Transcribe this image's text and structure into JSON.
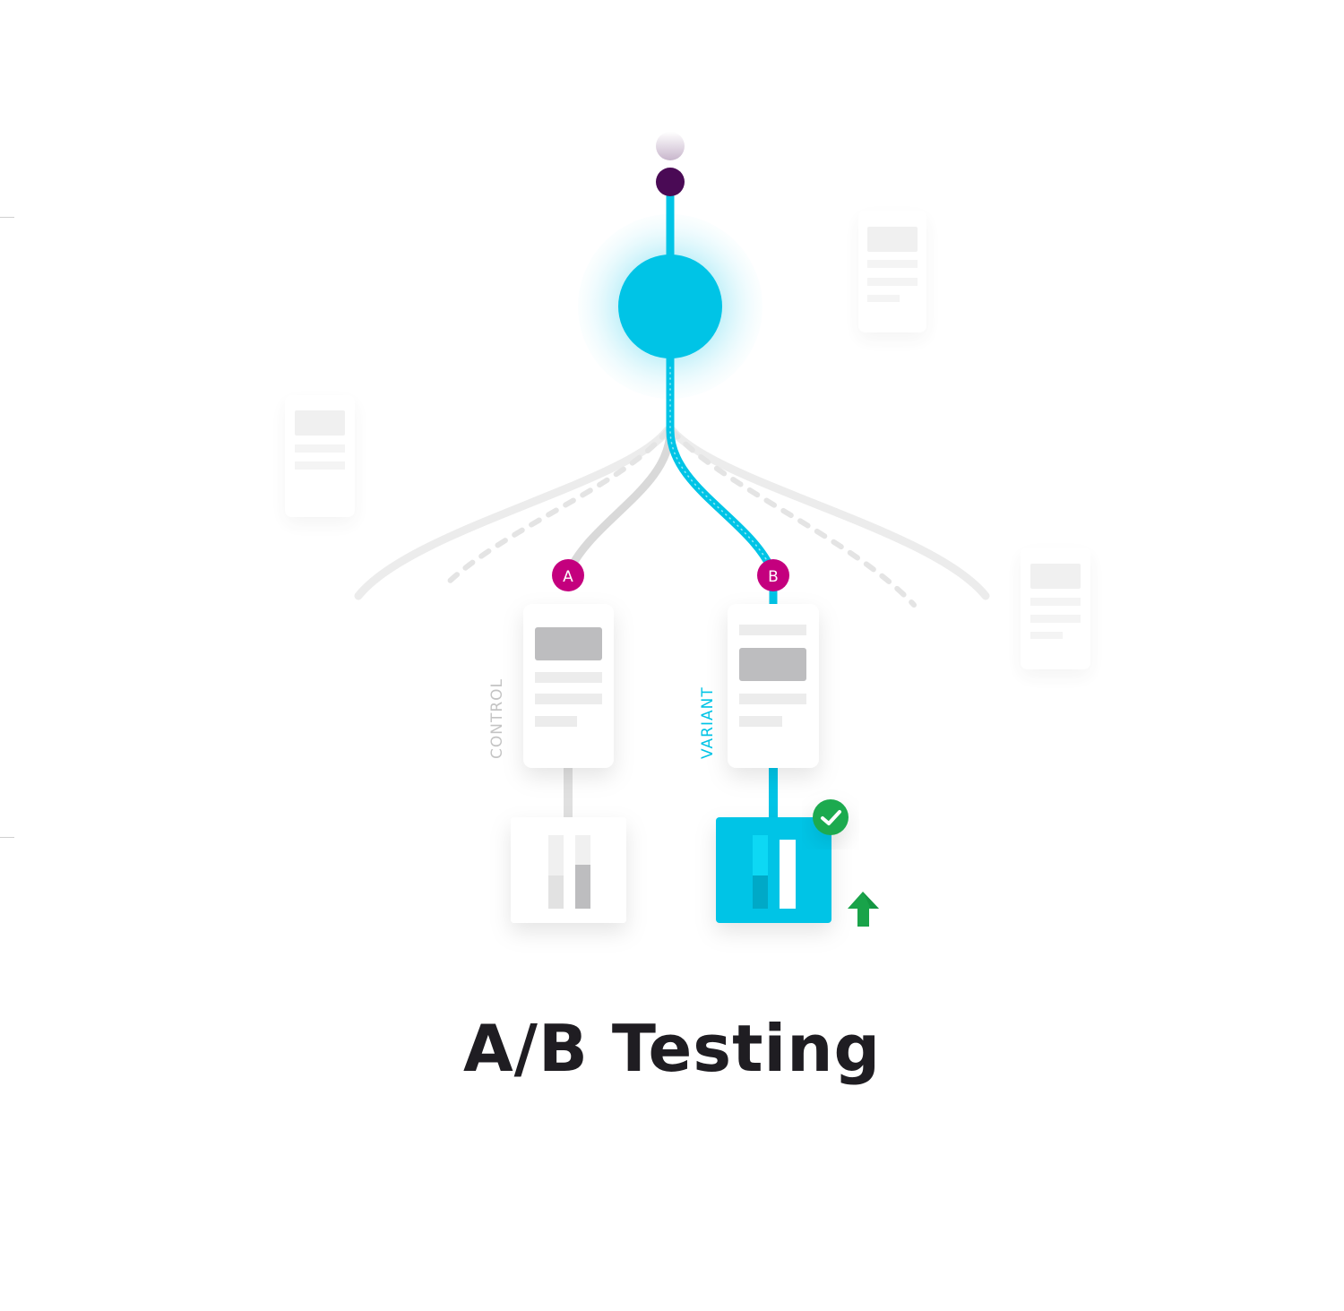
{
  "title": "A/B Testing",
  "nodes": {
    "split_a_label": "A",
    "split_b_label": "B"
  },
  "labels": {
    "control": "CONTROL",
    "variant": "VARIANT"
  },
  "colors": {
    "cyan": "#00c4e6",
    "cyan_glow": "#b8eef8",
    "magenta": "#c4007e",
    "purple": "#4a0a55",
    "gray_line": "#d9d9d9",
    "gray_card_block": "#bdbdbf",
    "success_green": "#1faa4f",
    "arrow_green": "#19a34a",
    "title": "#1f1d22"
  },
  "icons": {
    "winner": "check-icon",
    "uplift": "up-arrow-icon"
  }
}
